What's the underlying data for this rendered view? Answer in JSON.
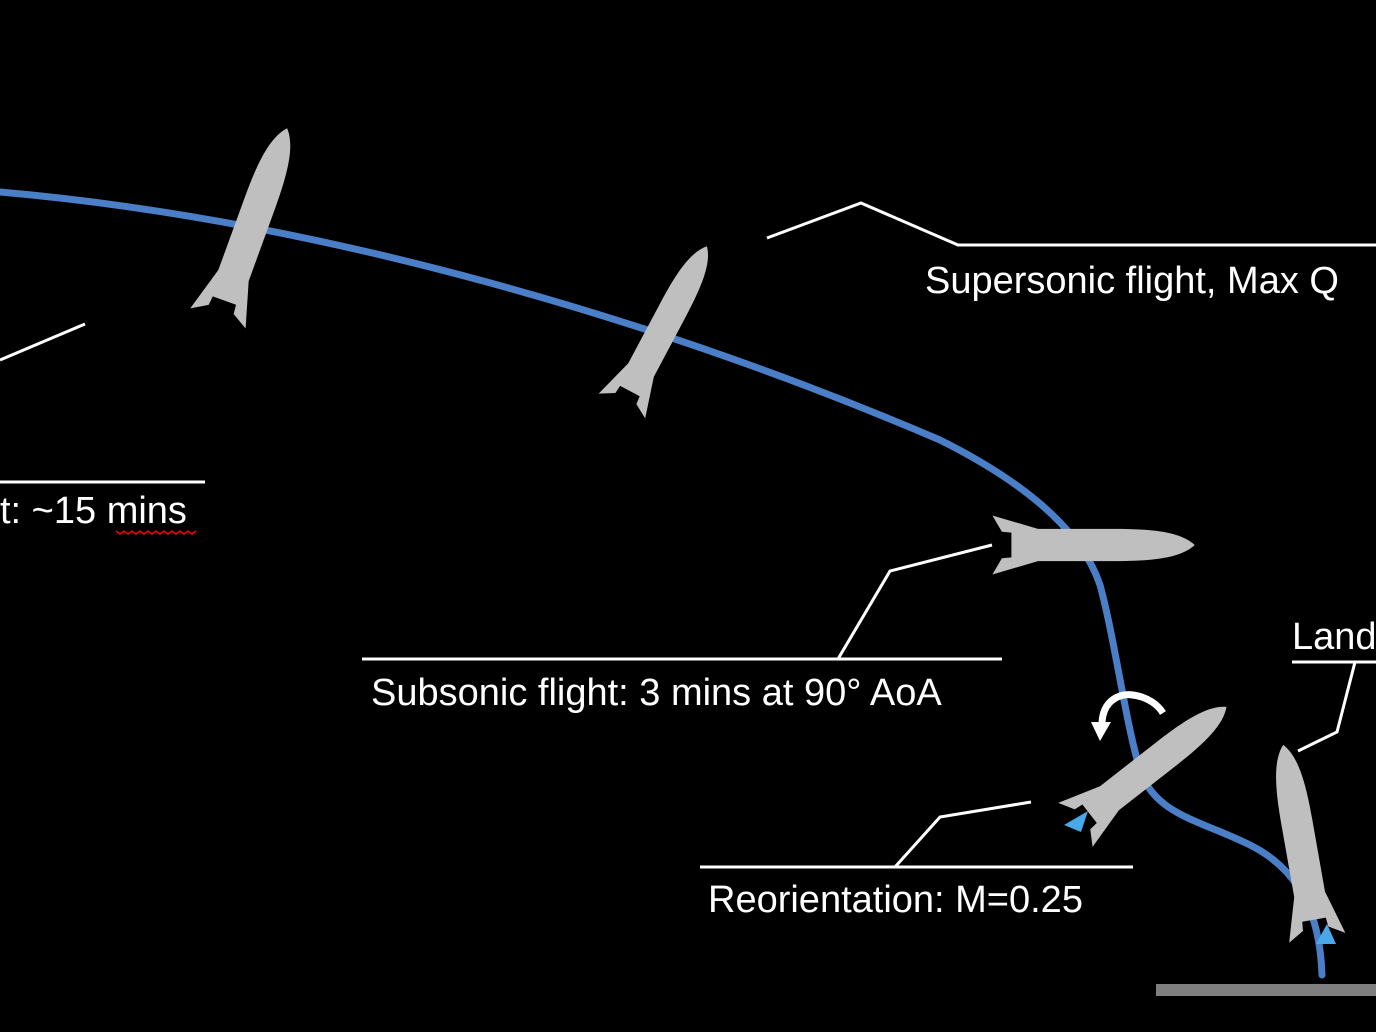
{
  "labels": {
    "coast": "t: ~15 ",
    "coast_underlined_word": "mins",
    "supersonic": "Supersonic flight, Max Q",
    "subsonic": "Subsonic flight: 3 mins at 90° AoA",
    "reorientation": "Reorientation: M=0.25",
    "landing": "Land"
  },
  "colors": {
    "background": "#000000",
    "trajectory": "#4a7ec6",
    "vehicle": "#bfbfbf",
    "leader_line": "#ffffff",
    "thrust_plume": "#4aa8e8",
    "ground": "#7f7f7f",
    "spellcheck_squiggle": "#ff0000"
  },
  "icons": {
    "rotation": "curved-arrow-icon",
    "vehicle": "rocket-icon",
    "plume": "thrust-flame-icon"
  }
}
